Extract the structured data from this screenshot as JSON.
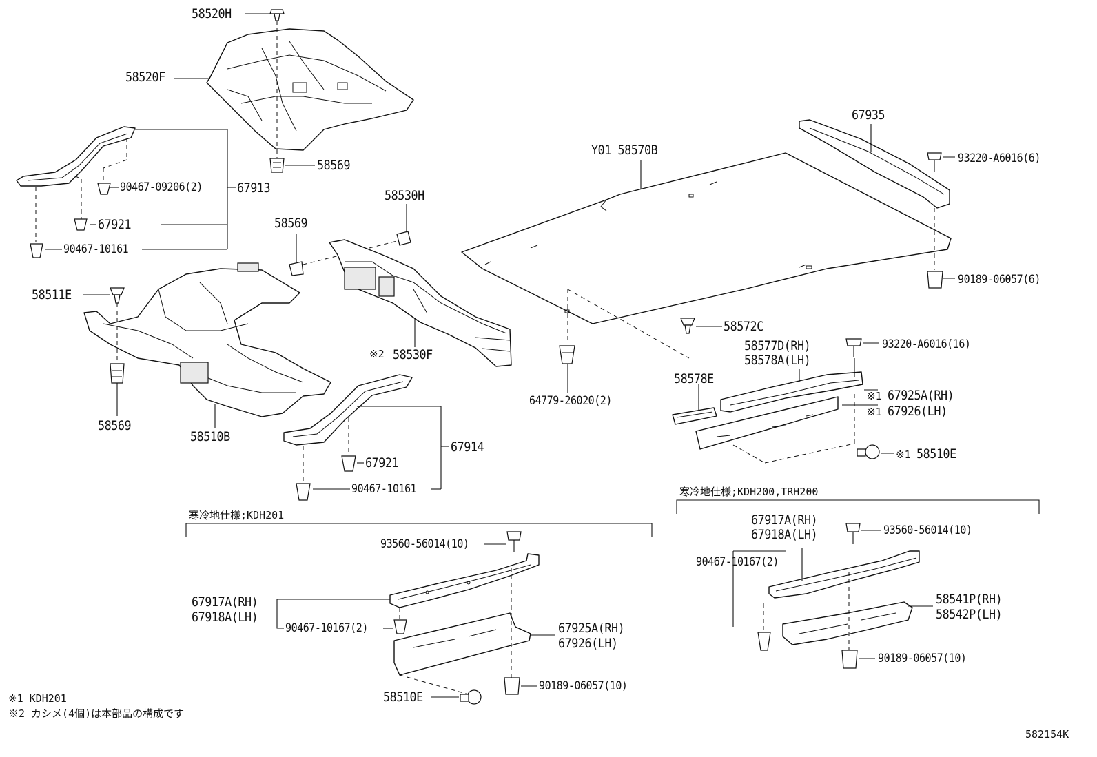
{
  "labels": {
    "p58520H": "58520H",
    "p58520F": "58520F",
    "p58569_top": "58569",
    "p90467_09206": "90467-09206(2)",
    "p67913": "67913",
    "p67921_top": "67921",
    "p90467_10161_top": "90467-10161",
    "p58569_mid": "58569",
    "p58530H": "58530H",
    "p58511E": "58511E",
    "p58530F": "58530F",
    "p58569_left": "58569",
    "p58510B": "58510B",
    "p67914": "67914",
    "p67921_bottom": "67921",
    "p90467_10161_bottom": "90467-10161",
    "p67935": "67935",
    "p58570B": "Y01 58570B",
    "p93220_6": "93220-A6016(6)",
    "p90189_6": "90189-06057(6)",
    "p58572C": "58572C",
    "p58577D": "58577D(RH)",
    "p58578A": "58578A(LH)",
    "p93220_16": "93220-A6016(16)",
    "p58578E": "58578E",
    "p64779": "64779-26020(2)",
    "p67925A_r": "67925A(RH)",
    "p67926_r": "67926(LH)",
    "p58510E_r": "58510E",
    "p93560_c": "93560-56014(10)",
    "p67917A_c": "67917A(RH)",
    "p67918A_c": "67918A(LH)",
    "p90467_10167_c": "90467-10167(2)",
    "p67925A_c": "67925A(RH)",
    "p67926_c": "67926(LH)",
    "p58510E_c": "58510E",
    "p90189_c": "90189-06057(10)",
    "p67917A_rb": "67917A(RH)",
    "p67918A_rb": "67918A(LH)",
    "p93560_rb": "93560-56014(10)",
    "p90467_10167_rb": "90467-10167(2)",
    "p58541P": "58541P(RH)",
    "p58542P": "58542P(LH)",
    "p90189_rb": "90189-06057(10)"
  },
  "marks": {
    "m2": "※2",
    "m1a": "※1",
    "m1b": "※1",
    "m1c": "※1"
  },
  "sections": {
    "center_title": "寒冷地仕様;KDH201",
    "right_title": "寒冷地仕様;KDH200,TRH200"
  },
  "footnotes": {
    "note1": "※1 KDH201",
    "note2": "※2 カシメ(4個)は本部品の構成です"
  },
  "diagram_id": "582154K"
}
